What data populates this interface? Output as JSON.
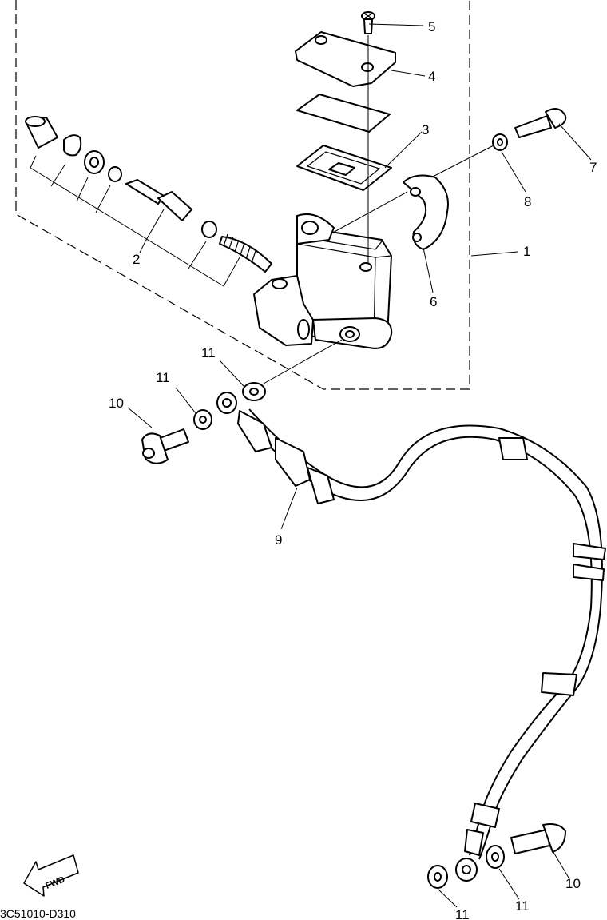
{
  "diagram_code": "3C51010-D310",
  "fwd_label": "FWD",
  "callouts": {
    "c1": "1",
    "c2": "2",
    "c3": "3",
    "c4": "4",
    "c5": "5",
    "c6": "6",
    "c7": "7",
    "c8": "8",
    "c9": "9",
    "c10a": "10",
    "c10b": "10",
    "c11a": "11",
    "c11b": "11",
    "c11c": "11",
    "c11d": "11"
  }
}
